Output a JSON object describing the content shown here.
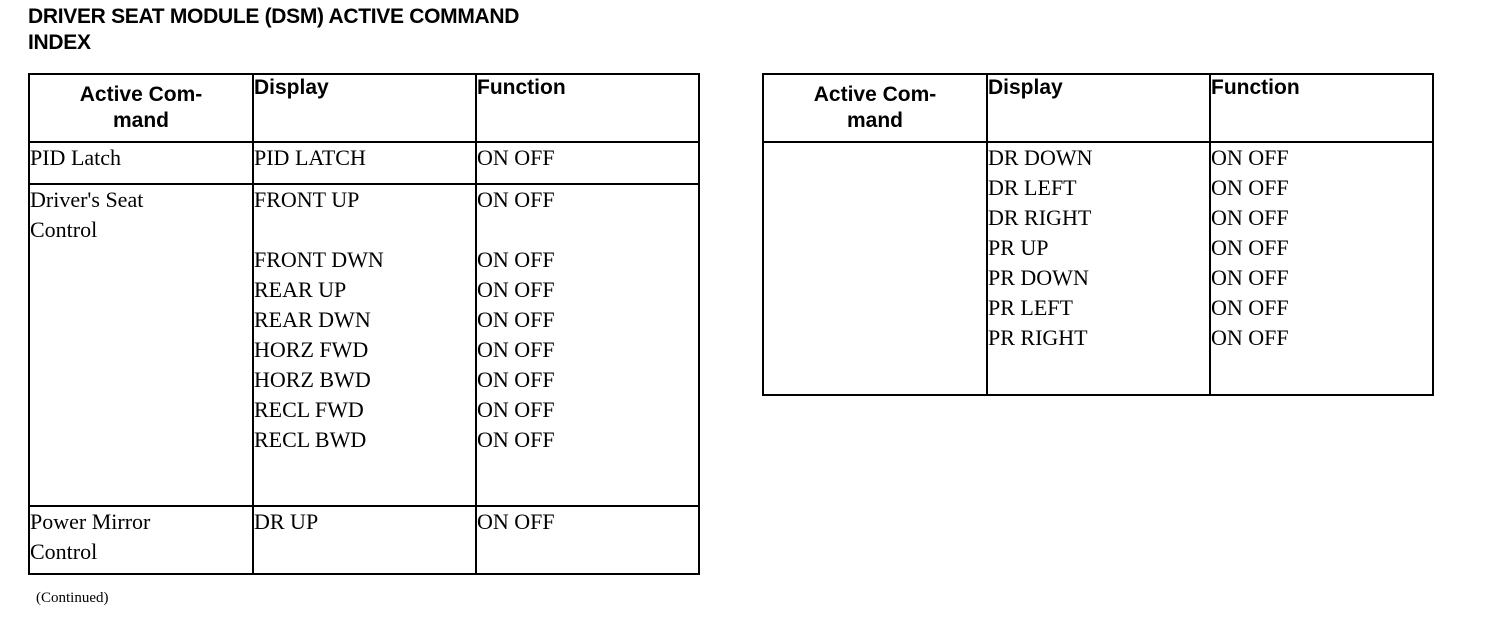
{
  "page": {
    "title": "DRIVER SEAT MODULE (DSM) ACTIVE COMMAND INDEX",
    "title_line1": "DRIVER SEAT MODULE (DSM) ACTIVE COMMAND",
    "title_line2": "INDEX",
    "continued_note": "(Continued)",
    "ink_color": "#000000",
    "background_color": "#ffffff"
  },
  "columns": {
    "active_command_line1": "Active Com-",
    "active_command_line2": "mand",
    "display": "Display",
    "function": "Function"
  },
  "left_table": {
    "headers": {
      "active_command_line1": "Active Com-",
      "active_command_line2": "mand",
      "display": "Display",
      "function": "Function"
    },
    "rows": [
      {
        "active_command": "PID Latch",
        "active_command_lines": [
          "PID Latch"
        ],
        "displays": [
          "PID LATCH"
        ],
        "functions": [
          "ON OFF"
        ]
      },
      {
        "active_command": "Driver's Seat Control",
        "active_command_lines": [
          "Driver's Seat",
          "Control"
        ],
        "displays": [
          "FRONT UP",
          "",
          "FRONT DWN",
          "REAR UP",
          "REAR DWN",
          "HORZ FWD",
          "HORZ BWD",
          "RECL FWD",
          "RECL BWD"
        ],
        "functions": [
          "ON OFF",
          "",
          "ON OFF",
          "ON OFF",
          "ON OFF",
          "ON OFF",
          "ON OFF",
          "ON OFF",
          "ON OFF"
        ]
      },
      {
        "active_command": "Power Mirror Control",
        "active_command_lines": [
          "Power Mirror",
          "Control"
        ],
        "displays": [
          "DR UP"
        ],
        "functions": [
          "ON OFF"
        ]
      }
    ]
  },
  "right_table": {
    "headers": {
      "active_command_line1": "Active Com-",
      "active_command_line2": "mand",
      "display": "Display",
      "function": "Function"
    },
    "rows": [
      {
        "active_command": "",
        "active_command_lines": [],
        "displays": [
          "DR DOWN",
          "DR LEFT",
          "DR RIGHT",
          "PR UP",
          "PR DOWN",
          "PR LEFT",
          "PR RIGHT"
        ],
        "functions": [
          "ON OFF",
          "ON OFF",
          "ON OFF",
          "ON OFF",
          "ON OFF",
          "ON OFF",
          "ON OFF"
        ]
      }
    ]
  }
}
